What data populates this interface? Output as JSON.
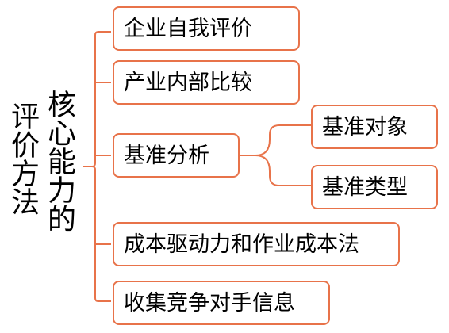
{
  "root": {
    "line1": "核心能力的",
    "line2": "评价方法"
  },
  "branches": [
    {
      "label": "企业自我评价"
    },
    {
      "label": "产业内部比较"
    },
    {
      "label": "基准分析",
      "children": [
        {
          "label": "基准对象"
        },
        {
          "label": "基准类型"
        }
      ]
    },
    {
      "label": "成本驱动力和作业成本法"
    },
    {
      "label": "收集竞争对手信息"
    }
  ],
  "colors": {
    "accent": "#e8734a",
    "text": "#000000",
    "background": "#ffffff"
  }
}
